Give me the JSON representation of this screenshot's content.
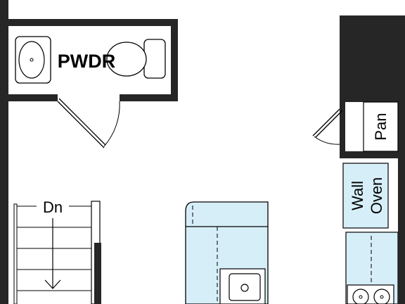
{
  "rooms": {
    "powder_room": "PWDR",
    "pantry": "Pan",
    "wall_oven_line1": "Wall",
    "wall_oven_line2": "Oven",
    "stairs": "Dn"
  },
  "colors": {
    "wall": "#262626",
    "counter_fill": "#d6eef8",
    "line": "#000000",
    "background": "#ffffff"
  }
}
